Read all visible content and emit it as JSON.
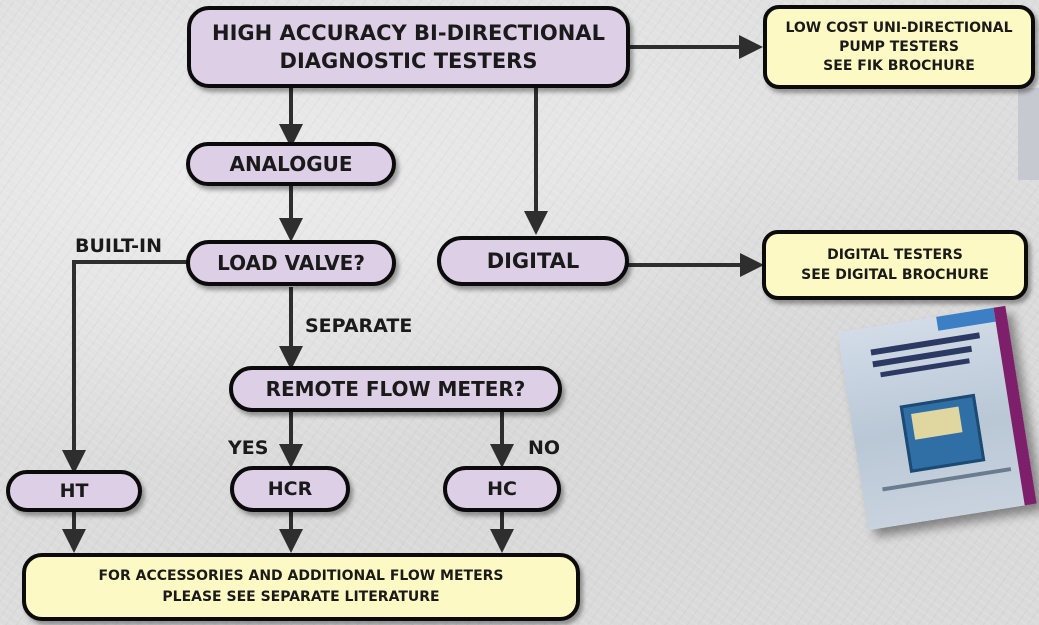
{
  "nodes": {
    "high_accuracy": {
      "line1": "HIGH ACCURACY BI-DIRECTIONAL",
      "line2": "DIAGNOSTIC TESTERS"
    },
    "low_cost": {
      "line1": "LOW COST UNI-DIRECTIONAL",
      "line2": "PUMP TESTERS",
      "line3": "SEE FIK BROCHURE"
    },
    "analogue": "ANALOGUE",
    "load_valve": "LOAD VALVE?",
    "digital": "DIGITAL",
    "digital_testers": {
      "line1": "DIGITAL TESTERS",
      "line2": "SEE DIGITAL BROCHURE"
    },
    "remote_flow_meter": "REMOTE FLOW METER?",
    "ht": "HT",
    "hcr": "HCR",
    "hc": "HC",
    "accessories": {
      "line1": "FOR ACCESSORIES AND ADDITIONAL FLOW METERS",
      "line2": "PLEASE SEE SEPARATE LITERATURE"
    }
  },
  "labels": {
    "built_in": "BUILT-IN",
    "separate": "SEPARATE",
    "yes": "YES",
    "no": "NO"
  },
  "colors": {
    "decision_fill": "#ddcfe6",
    "info_fill": "#fdf9c4",
    "outline": "#0b0b0b"
  }
}
